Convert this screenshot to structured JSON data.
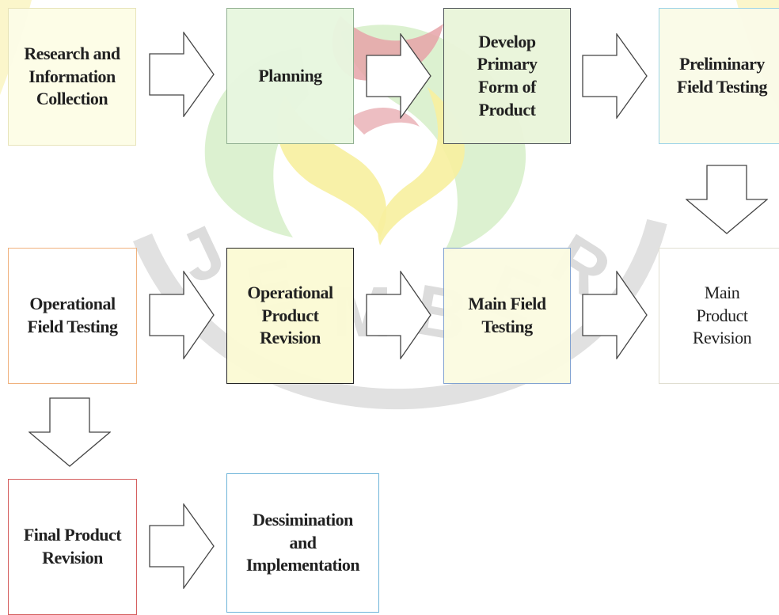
{
  "diagram": {
    "steps": [
      {
        "label": "Research and\nInformation\nCollection",
        "border": "#e8e4b8",
        "fill": "#fdfde7"
      },
      {
        "label": "Planning",
        "border": "#8fae8f",
        "fill": "#e8f7e0"
      },
      {
        "label": "Develop\nPrimary\nForm of\nProduct",
        "border": "#4a4f55",
        "fill": "#eaf5da"
      },
      {
        "label": "Preliminary\nField Testing",
        "border": "#9ad3e8",
        "fill": "#fafbe8"
      },
      {
        "label": "Main\nProduct\nRevision",
        "border": "#e0ddd0",
        "fill": "#ffffff"
      },
      {
        "label": "Main Field\nTesting",
        "border": "#7d9fd0",
        "fill": "#fbfbe2"
      },
      {
        "label": "Operational\nProduct\nRevision",
        "border": "#1e1e1e",
        "fill": "#fbfad5"
      },
      {
        "label": "Operational\nField Testing",
        "border": "#f0b07a",
        "fill": "#ffffff"
      },
      {
        "label": "Final Product\nRevision",
        "border": "#d45a5a",
        "fill": "#ffffff"
      },
      {
        "label": "Dessimination\nand\nImplementation",
        "border": "#6ab2d8",
        "fill": "#ffffff"
      }
    ],
    "colors": {
      "arrow_stroke": "#444444",
      "arrow_fill": "#ffffff",
      "watermark_red": "#e3a4a8",
      "watermark_yellow": "#f6eb9b",
      "watermark_green": "#c8e6b8",
      "watermark_gray": "#d8d8d8"
    }
  }
}
